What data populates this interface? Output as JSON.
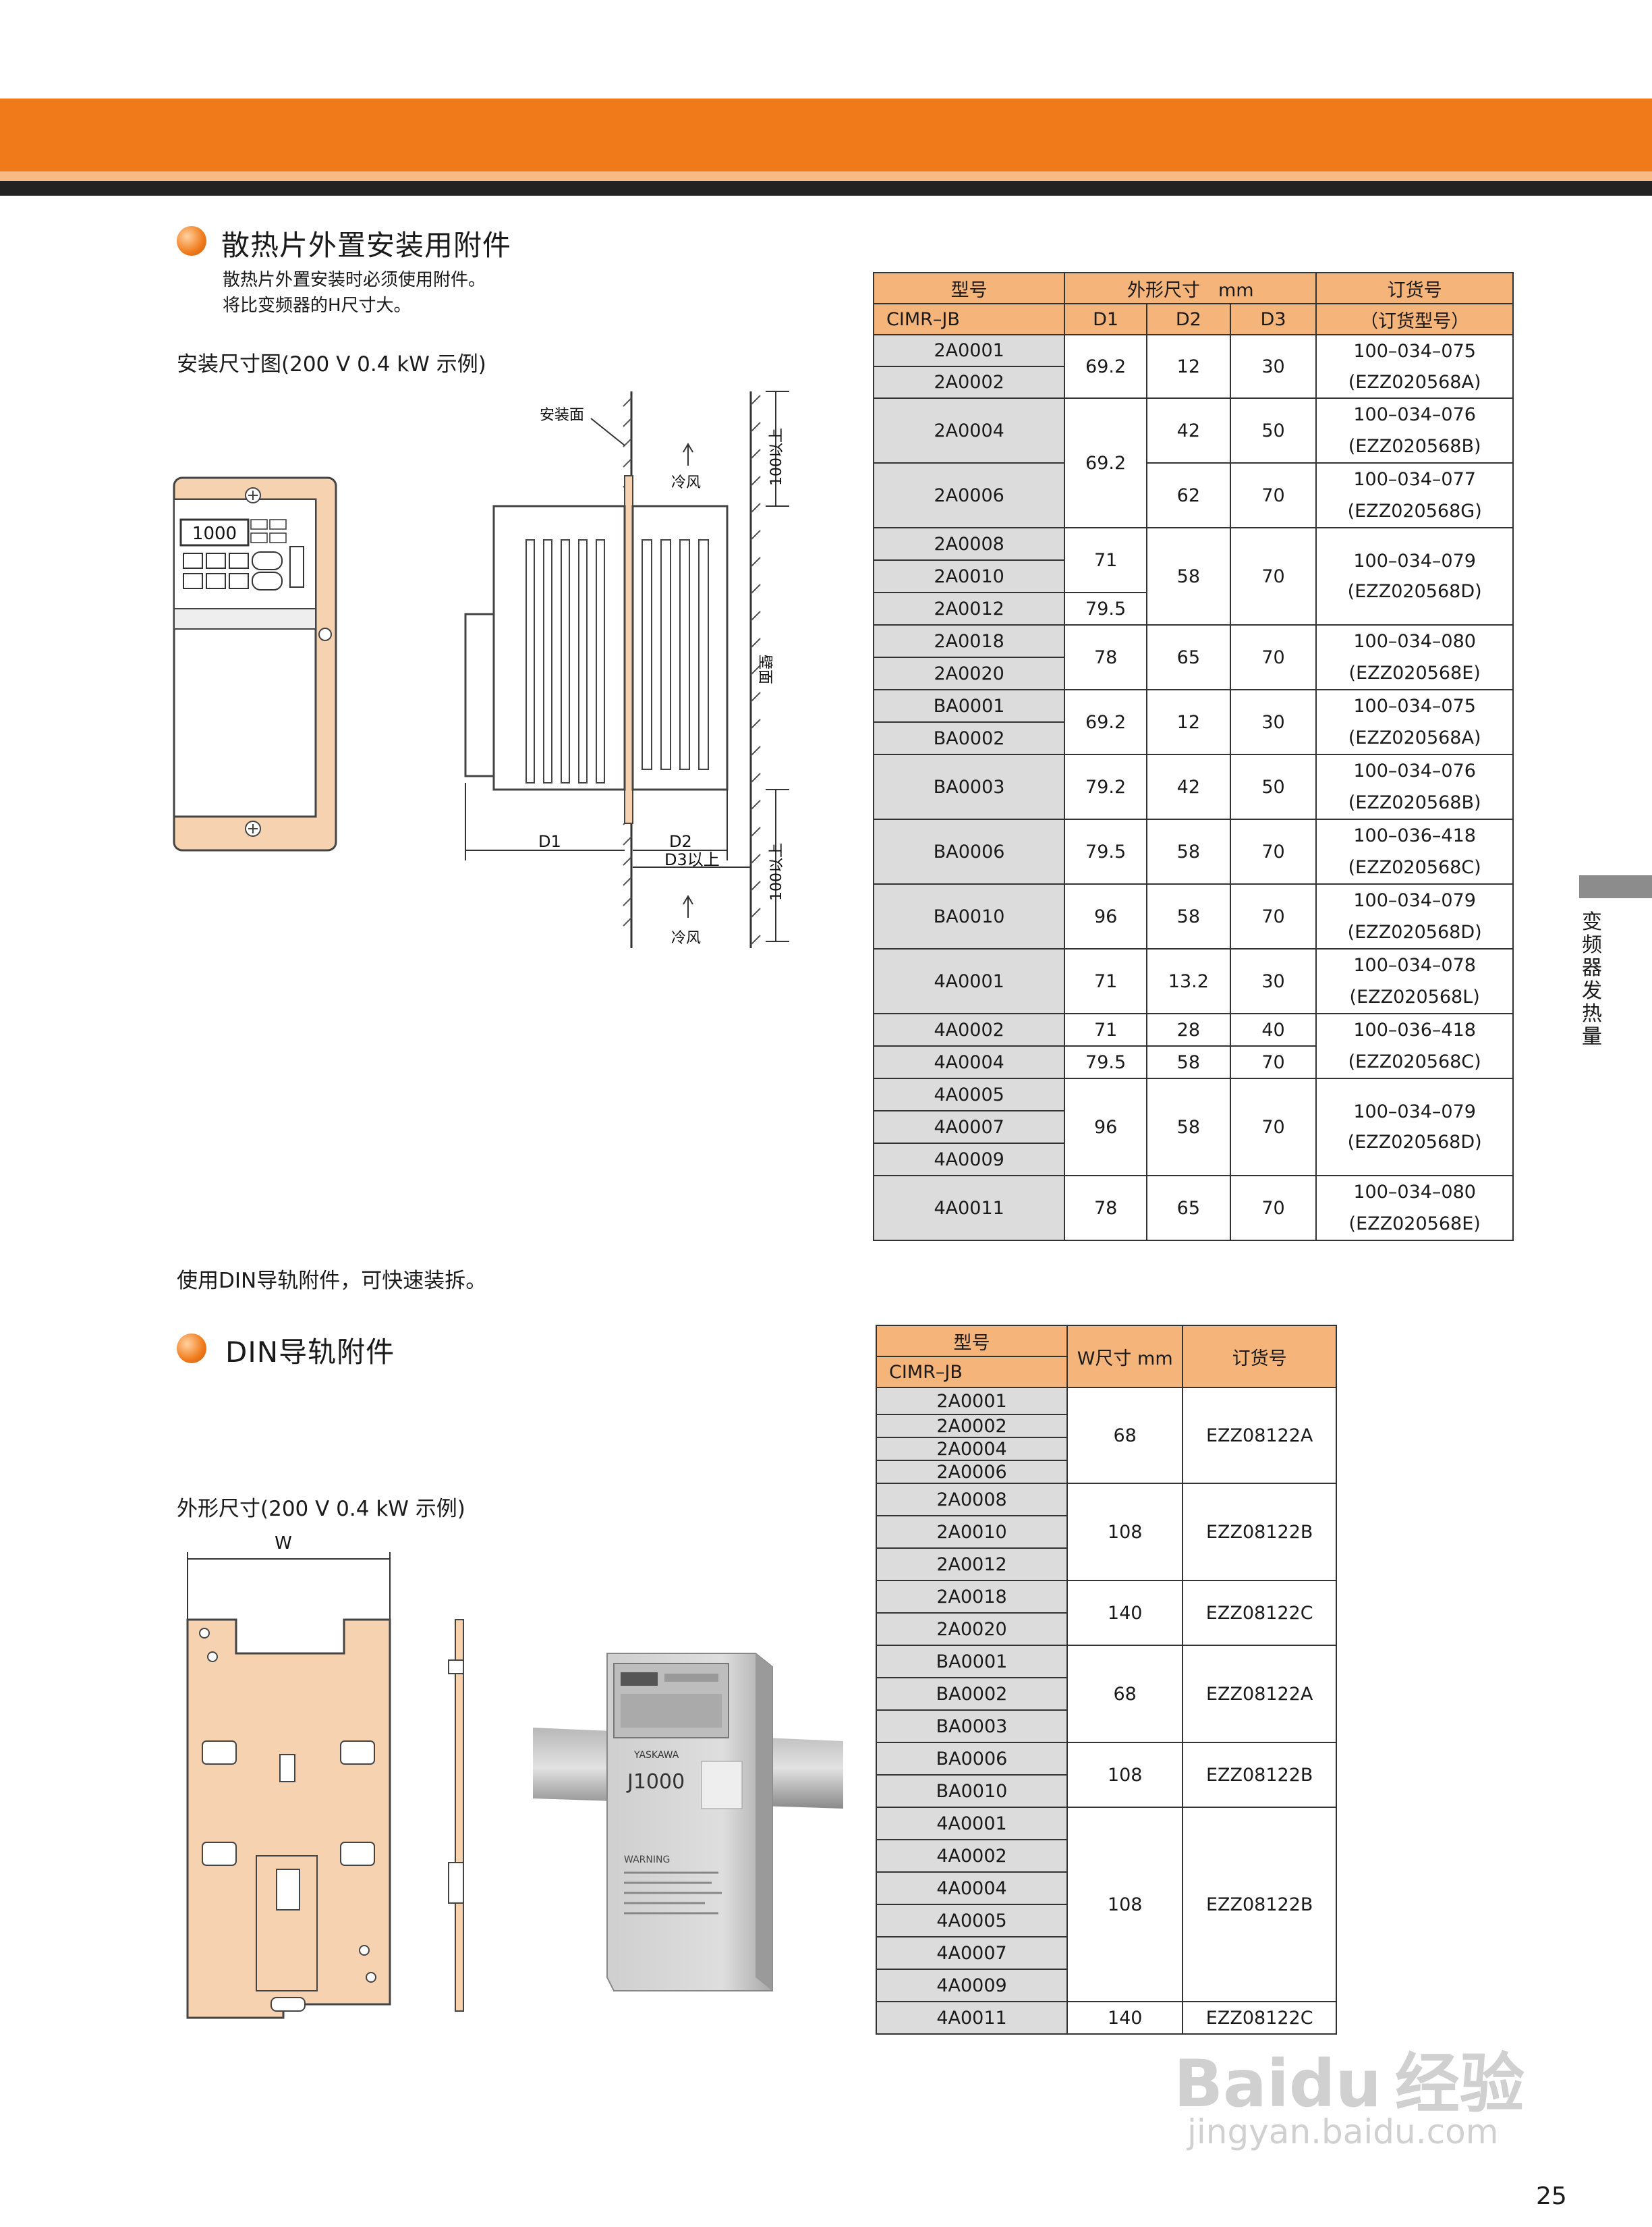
{
  "section1": {
    "title": "散热片外置安装用附件",
    "desc1": "散热片外置安装时必须使用附件。",
    "desc2": "将比变频器的H尺寸大。",
    "figure_caption": "安装尺寸图(200 V 0.4 kW 示例)",
    "labels": {
      "mount_surface": "安装面",
      "cool_air": "冷风",
      "over_100": "100以上",
      "wall": "壁面",
      "d1": "D1",
      "d2": "D2",
      "d3": "D3以上"
    },
    "panel_display": "1000"
  },
  "table1": {
    "h_model": "型号",
    "h_model_sub": "CIMR–JB",
    "h_dims": "外形尺寸　mm",
    "h_d1": "D1",
    "h_d2": "D2",
    "h_d3": "D3",
    "h_order": "订货号",
    "h_order_sub": "（订货型号）",
    "cells": {
      "m1": "2A0001",
      "m2": "2A0002",
      "m3": "2A0004",
      "m4": "2A0006",
      "m5": "2A0008",
      "m6": "2A0010",
      "m7": "2A0012",
      "m8": "2A0018",
      "m9": "2A0020",
      "m10": "BA0001",
      "m11": "BA0002",
      "m12": "BA0003",
      "m13": "BA0006",
      "m14": "BA0010",
      "m15": "4A0001",
      "m16": "4A0002",
      "m17": "4A0004",
      "m18": "4A0005",
      "m19": "4A0007",
      "m20": "4A0009",
      "m21": "4A0011",
      "d1_a": "69.2",
      "d2_a": "12",
      "d3_a": "30",
      "o_a1": "100–034–075",
      "o_a2": "(EZZ020568A)",
      "d1_b": "69.2",
      "d2_b": "42",
      "d3_b": "50",
      "o_b1": "100–034–076",
      "o_b2": "(EZZ020568B)",
      "d2_c": "62",
      "d3_c": "70",
      "o_c1": "100–034–077",
      "o_c2": "(EZZ020568G)",
      "d1_d": "71",
      "d2_d": "58",
      "d3_d": "70",
      "d1_e": "79.5",
      "o_d1": "100–034–079",
      "o_d2": "(EZZ020568D)",
      "d1_f": "78",
      "d2_f": "65",
      "d3_f": "70",
      "o_f1": "100–034–080",
      "o_f2": "(EZZ020568E)",
      "d1_g": "69.2",
      "d2_g": "12",
      "d3_g": "30",
      "o_g1": "100–034–075",
      "o_g2": "(EZZ020568A)",
      "d1_h": "79.2",
      "d2_h": "42",
      "d3_h": "50",
      "o_h1": "100–034–076",
      "o_h2": "(EZZ020568B)",
      "d1_i": "79.5",
      "d2_i": "58",
      "d3_i": "70",
      "o_i1": "100–036–418",
      "o_i2": "(EZZ020568C)",
      "d1_j": "96",
      "d2_j": "58",
      "d3_j": "70",
      "o_j1": "100–034–079",
      "o_j2": "(EZZ020568D)",
      "d1_k": "71",
      "d2_k": "13.2",
      "d3_k": "30",
      "o_k1": "100–034–078",
      "o_k2": "(EZZ020568L)",
      "d1_l": "71",
      "d2_l": "28",
      "d3_l": "40",
      "o_l1": "100–036–418",
      "d1_m": "79.5",
      "d2_m": "58",
      "d3_m": "70",
      "o_l2": "(EZZ020568C)",
      "d1_n": "96",
      "d2_n": "58",
      "d3_n": "70",
      "o_n1": "100–034–079",
      "o_n2": "(EZZ020568D)",
      "d1_o": "78",
      "d2_o": "65",
      "d3_o": "70",
      "o_o1": "100–034–080",
      "o_o2": "(EZZ020568E)"
    }
  },
  "din_note": "使用DIN导轨附件，可快速装拆。",
  "section2": {
    "title": "DIN导轨附件",
    "figure_caption": "外形尺寸(200 V 0.4 kW 示例)",
    "w_label": "W",
    "photo_brand": "J1000",
    "photo_maker": "YASKAWA",
    "photo_warning": "WARNING"
  },
  "table2": {
    "h_model": "型号",
    "h_model_sub": "CIMR–JB",
    "h_w": "W尺寸 mm",
    "h_order": "订货号",
    "cells": {
      "m1": "2A0001",
      "m2": "2A0002",
      "m3": "2A0004",
      "m4": "2A0006",
      "m5": "2A0008",
      "m6": "2A0010",
      "m7": "2A0012",
      "m8": "2A0018",
      "m9": "2A0020",
      "m10": "BA0001",
      "m11": "BA0002",
      "m12": "BA0003",
      "m13": "BA0006",
      "m14": "BA0010",
      "m15": "4A0001",
      "m16": "4A0002",
      "m17": "4A0004",
      "m18": "4A0005",
      "m19": "4A0007",
      "m20": "4A0009",
      "m21": "4A0011",
      "w_a": "68",
      "o_a": "EZZ08122A",
      "w_b": "108",
      "o_b": "EZZ08122B",
      "w_c": "140",
      "o_c": "EZZ08122C",
      "w_d": "68",
      "o_d": "EZZ08122A",
      "w_e": "108",
      "o_e": "EZZ08122B",
      "w_f": "108",
      "o_f": "EZZ08122B",
      "w_g": "140",
      "o_g": "EZZ08122C"
    }
  },
  "side_tab": "变频器发热量",
  "page_number": "25",
  "watermark": {
    "brand": "Bai",
    "brand2": "du",
    "cn": "经验",
    "url": "jingyan.baidu.com"
  },
  "colors": {
    "orange": "#f07a1a",
    "light_orange": "#f5b47a",
    "gray_cell": "#dcdcdc",
    "plate": "#f6d2b0"
  }
}
